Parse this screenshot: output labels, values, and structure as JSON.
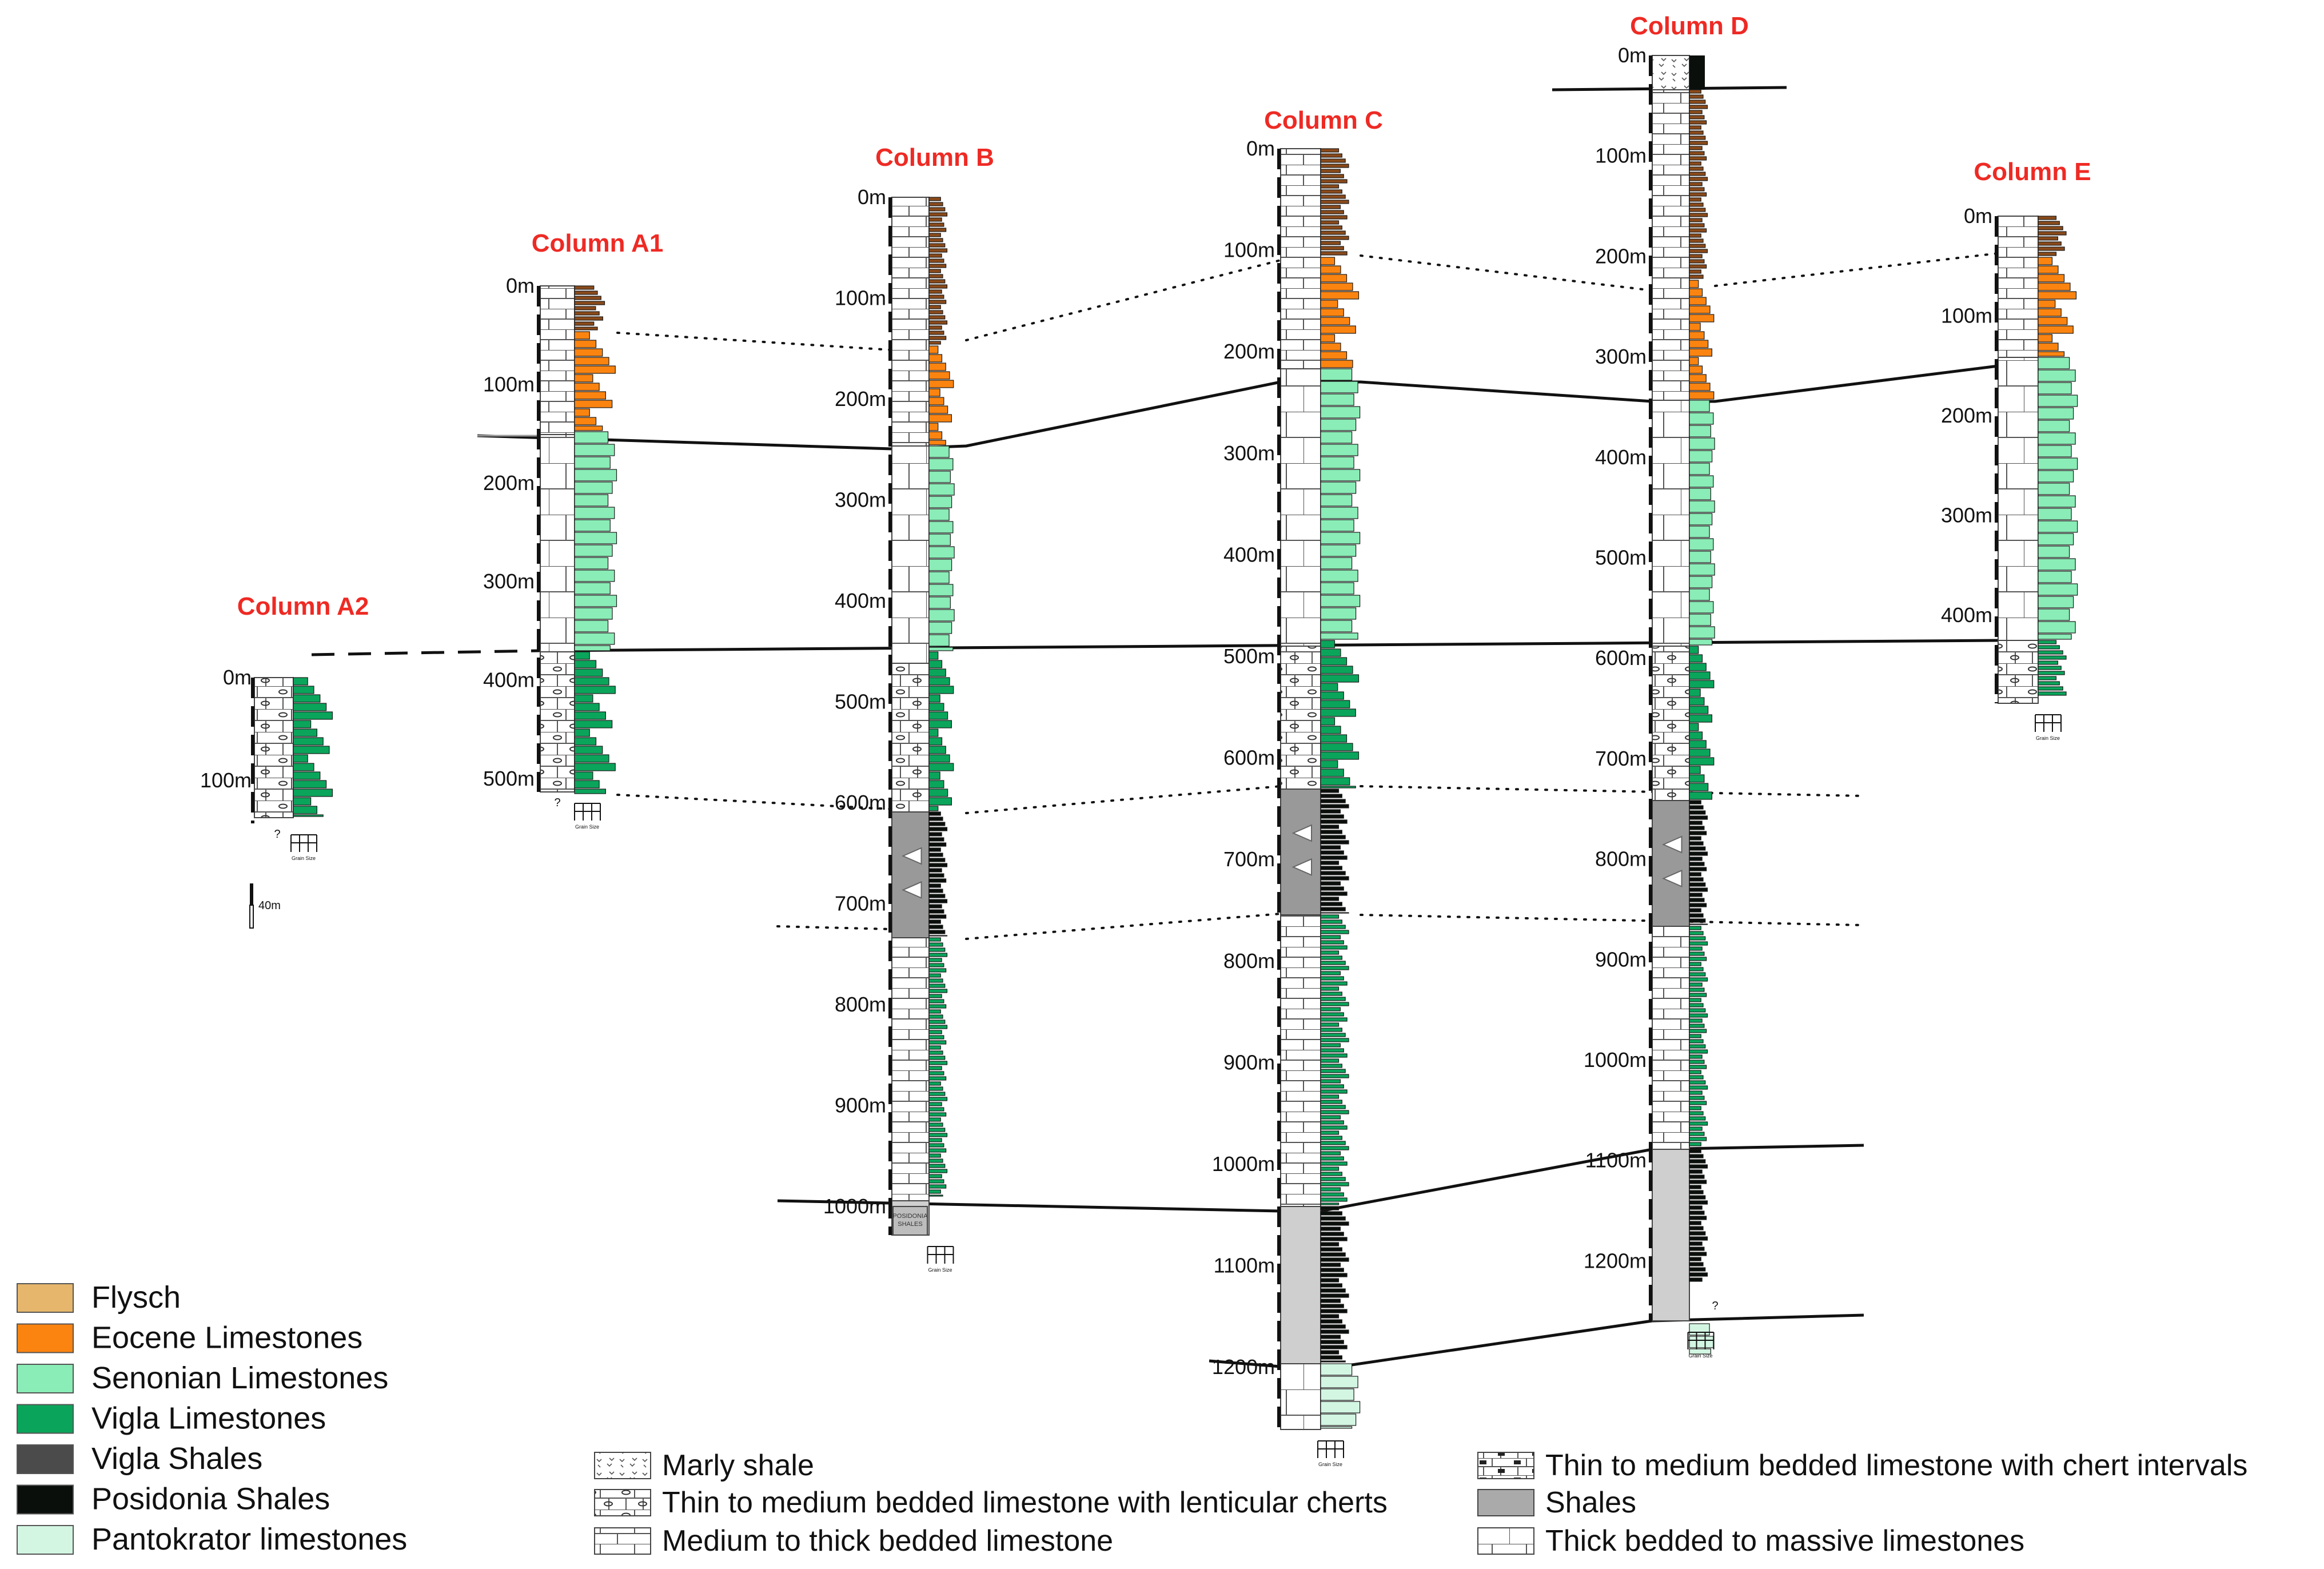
{
  "columns": [
    {
      "id": "A2",
      "title": "Column A2",
      "depth_labels": [
        "0m",
        "100m"
      ]
    },
    {
      "id": "A1",
      "title": "Column A1",
      "depth_labels": [
        "0m",
        "100m",
        "200m",
        "300m",
        "400m",
        "500m"
      ]
    },
    {
      "id": "B",
      "title": "Column B",
      "depth_labels": [
        "0m",
        "100m",
        "200m",
        "300m",
        "400m",
        "500m",
        "600m",
        "700m",
        "800m",
        "900m",
        "1000m"
      ]
    },
    {
      "id": "C",
      "title": "Column C",
      "depth_labels": [
        "0m",
        "100m",
        "200m",
        "300m",
        "400m",
        "500m",
        "600m",
        "700m",
        "800m",
        "900m",
        "1000m",
        "1100m",
        "1200m"
      ]
    },
    {
      "id": "D",
      "title": "Column D",
      "depth_labels": [
        "0m",
        "100m",
        "200m",
        "300m",
        "400m",
        "500m",
        "600m",
        "700m",
        "800m",
        "900m",
        "1000m",
        "1100m",
        "1200m"
      ]
    },
    {
      "id": "E",
      "title": "Column E",
      "depth_labels": [
        "0m",
        "100m",
        "200m",
        "300m",
        "400m"
      ]
    }
  ],
  "scale_bar": {
    "label": "40m"
  },
  "unknown_marker": "?",
  "grain_size_label": "Grain Size",
  "posidonia_box_label": [
    "POSIDONIA",
    "SHALES"
  ],
  "legend_units": [
    {
      "label": "Flysch",
      "color": "#e5b66c"
    },
    {
      "label": "Eocene Limestones",
      "color": "#fb8410"
    },
    {
      "label": "Senonian Limestones",
      "color": "#8aecb6"
    },
    {
      "label": "Vigla Limestones",
      "color": "#0aa55b"
    },
    {
      "label": "Vigla Shales",
      "color": "#4b4b4b"
    },
    {
      "label": "Posidonia Shales",
      "color": "#0a0f0c"
    },
    {
      "label": "Pantokrator limestones",
      "color": "#d2f6e2"
    }
  ],
  "legend_lithology": [
    {
      "label": "Marly shale",
      "pattern": "marly"
    },
    {
      "label": "Thin to medium bedded limestone with lenticular cherts",
      "pattern": "lenticular"
    },
    {
      "label": "Medium to thick bedded limestone",
      "pattern": "medium"
    },
    {
      "label": "Thin to medium bedded limestone with chert intervals",
      "pattern": "chert"
    },
    {
      "label": "Shales",
      "pattern": "shale"
    },
    {
      "label": "Thick bedded to massive limestones",
      "pattern": "massive"
    }
  ],
  "colors": {
    "title_red": "#ee2a24",
    "eocene": "#fb8410",
    "eocene_dark": "#8a4a1a",
    "senonian": "#8aecb6",
    "vigla": "#0aa55b",
    "posidonia": "#0a0f0c",
    "shale_gray": "#999999",
    "shale_light": "#cfcfcf",
    "pantokrator": "#d2f6e2"
  }
}
